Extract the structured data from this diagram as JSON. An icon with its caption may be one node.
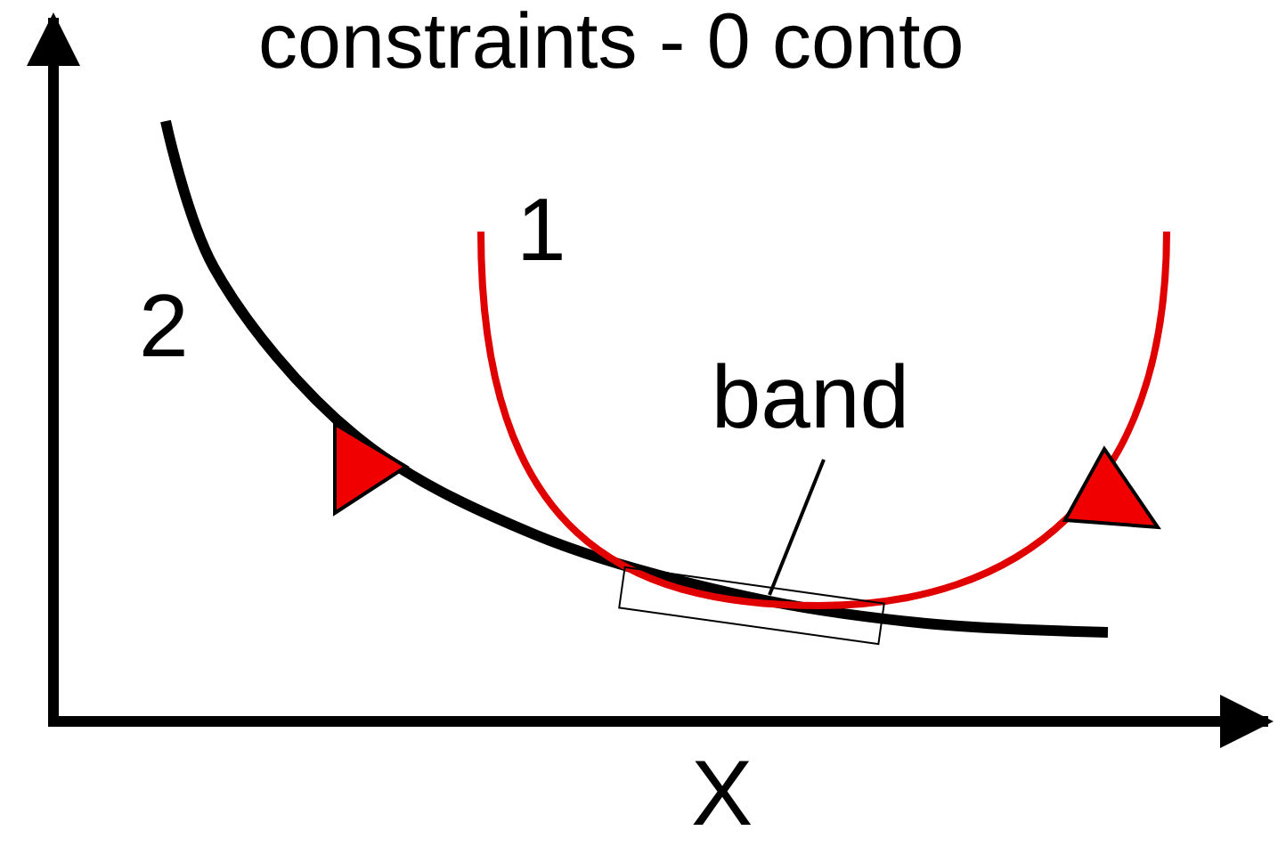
{
  "diagram": {
    "nodes": [
      {
        "text": [
          "band"
        ]
      },
      {
        "text": [],
        "shape": "box"
      }
    ],
    "edges": [
      {
        "from": 0,
        "to": 1,
        "arrow": "none"
      }
    ],
    "labels": [
      "constraints - 0 conto",
      "1",
      "2",
      "X"
    ]
  }
}
